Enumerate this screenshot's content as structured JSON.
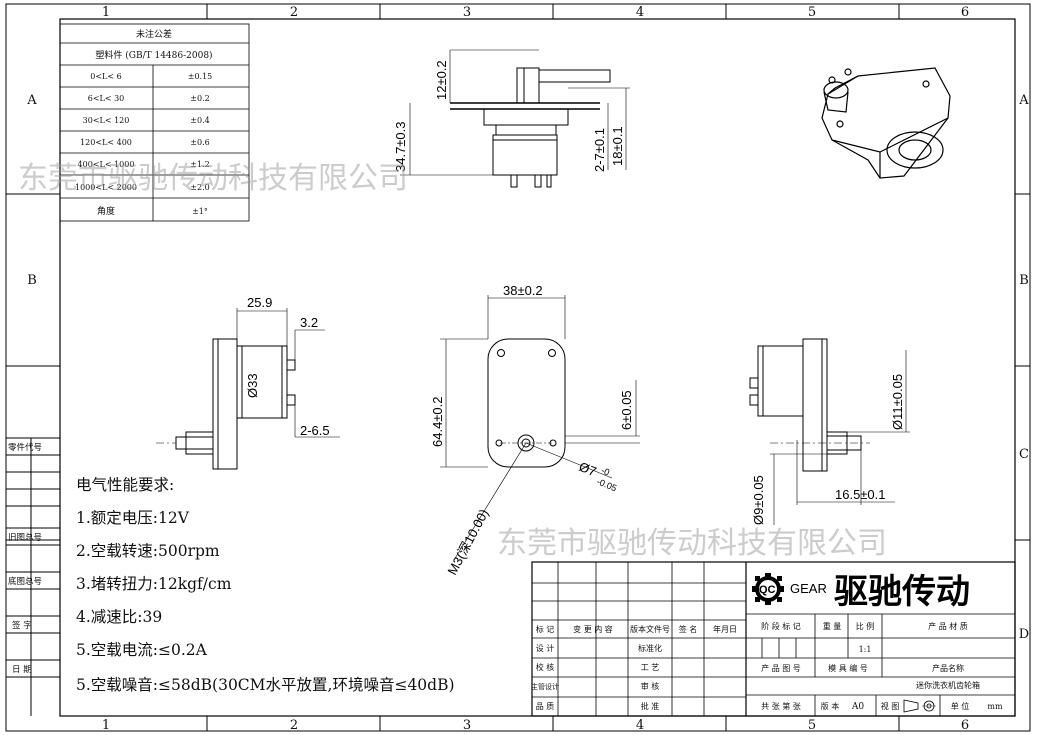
{
  "border": {
    "columns": [
      "1",
      "2",
      "3",
      "4",
      "5",
      "6"
    ],
    "rows": [
      "A",
      "B",
      "C",
      "D"
    ]
  },
  "tolerance_table": {
    "title": "未注公差",
    "subtitle": "塑料件 (GB/T 14486-2008)",
    "rows": [
      {
        "range": "0<L< 6",
        "tol": "±0.15"
      },
      {
        "range": "6<L< 30",
        "tol": "±0.2"
      },
      {
        "range": "30<L< 120",
        "tol": "±0.4"
      },
      {
        "range": "120<L< 400",
        "tol": "±0.6"
      },
      {
        "range": "400<L< 1000",
        "tol": "±1.2"
      },
      {
        "range": "1000<L< 2000",
        "tol": "±2.0"
      },
      {
        "range": "角度",
        "tol": "±1°"
      }
    ]
  },
  "watermark": {
    "text": "东莞市驱驰传动科技有限公司"
  },
  "dimensions": {
    "top_shaft": "12±0.2",
    "top_height": "34.7±0.3",
    "top_right_a": "2-7±0.1",
    "top_right_b": "18±0.1",
    "left_width": "25.9",
    "left_offset": "3.2",
    "left_dia": "Ø33",
    "left_pins": "2-6.5",
    "front_width": "38±0.2",
    "front_height": "64.4±0.2",
    "front_shaft_pos": "6±0.05",
    "front_shaft_dia": "Ø7",
    "front_shaft_dia_upper": "-0",
    "front_shaft_dia_lower": "-0.05",
    "front_thread": "M3(深10.00)",
    "right_dia_large": "Ø11±0.05",
    "right_dia_small": "Ø9±0.05",
    "right_length": "16.5±0.1"
  },
  "requirements": {
    "title": "电气性能要求:",
    "items": [
      "1.额定电压:12V",
      "2.空载转速:500rpm",
      "3.堵转扭力:12kgf/cm",
      "4.减速比:39",
      "5.空载电流:≤0.2A",
      "5.空载噪音:≤58dB(30CM水平放置,环境噪音≤40dB)"
    ]
  },
  "side_labels": [
    "零件代号",
    "旧图总号",
    "底图总号",
    "签 字",
    "日 期"
  ],
  "title_block": {
    "logo_text": "QC",
    "logo_gear": "GEAR",
    "brand": "驱驰传动",
    "rev_headers": [
      "标 记",
      "变 更 内 容",
      "版本文件号",
      "签 名",
      "年月日"
    ],
    "row_labels": [
      "设 计",
      "校 核",
      "主管设计",
      "品 质"
    ],
    "approval_labels": [
      "标准化",
      "工 艺",
      "审 核",
      "批 准"
    ],
    "stage_label": "阶 段 标 记",
    "weight_label": "重 量",
    "scale_label": "比 例",
    "scale_value": "1:1",
    "material_label": "产 品 材 质",
    "drawing_no_label": "产 品 图 号",
    "mold_no_label": "模 具 编 号",
    "product_name_label": "产品名称",
    "product_name": "迷你洗衣机齿轮箱",
    "sheets_label": "共 张 第 张",
    "version_label": "版 本",
    "version": "A0",
    "view_label": "视 图",
    "unit_label": "单 位",
    "unit": "mm"
  }
}
